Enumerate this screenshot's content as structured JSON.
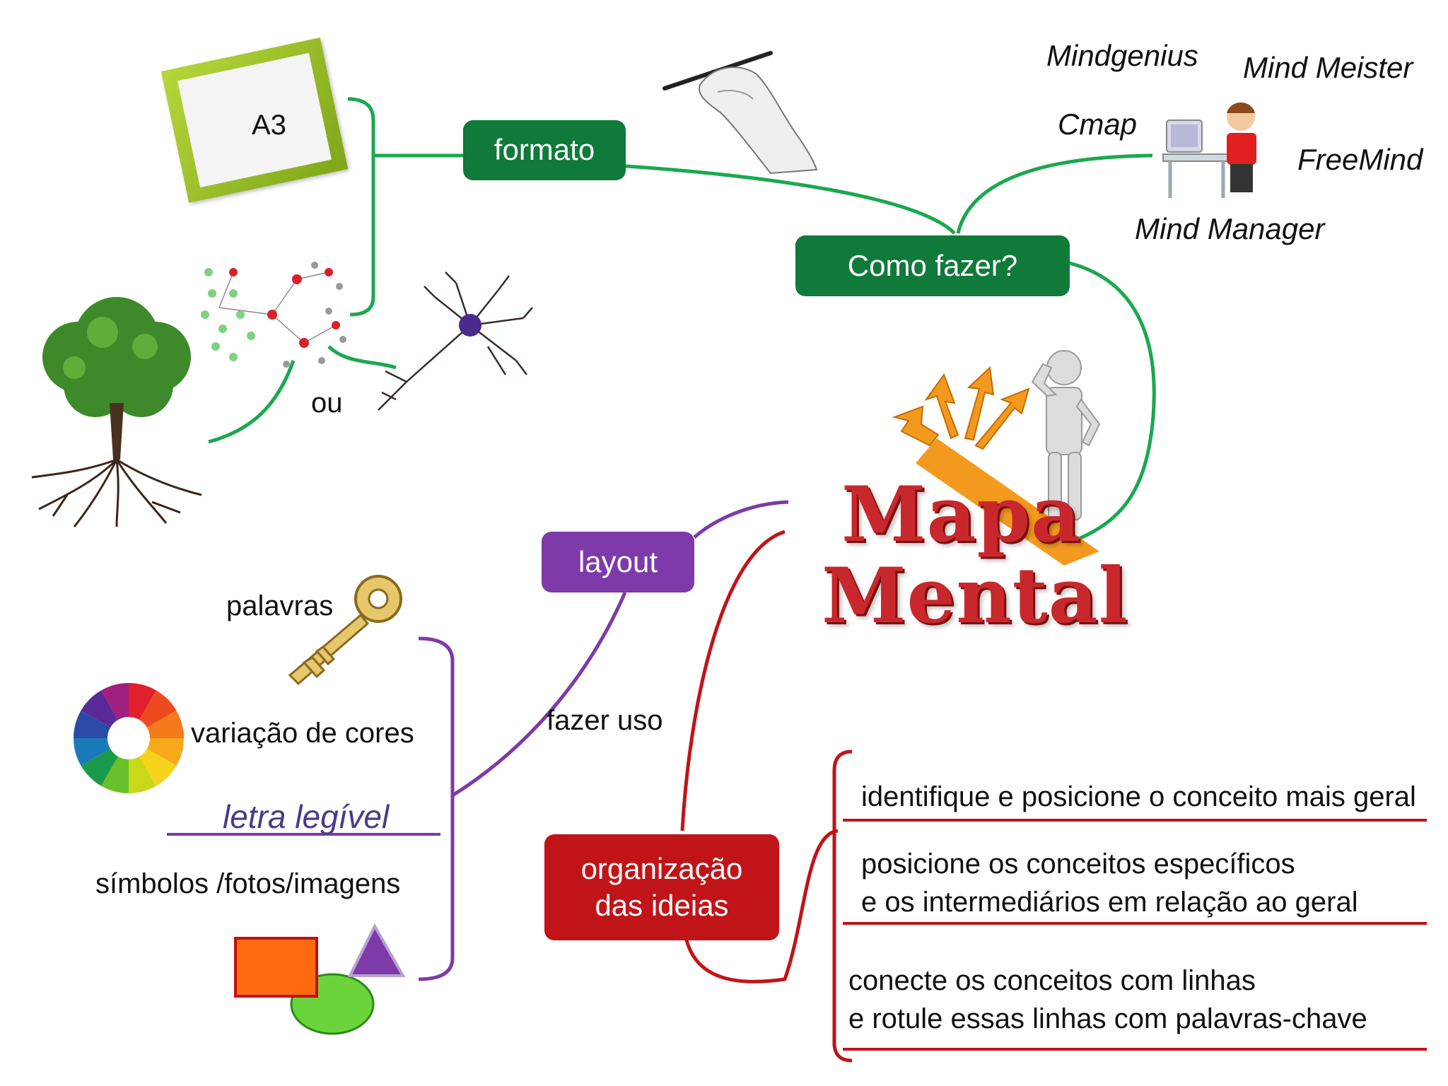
{
  "title": {
    "line1": "Mapa",
    "line2": "Mental"
  },
  "branches": {
    "formato": "formato",
    "como_fazer": "Como fazer?",
    "layout": "layout",
    "organizacao_line1": "organização",
    "organizacao_line2": "das ideias"
  },
  "formato_items": {
    "paper": "A3",
    "or_label": "ou"
  },
  "tools": [
    "Mindgenius",
    "Mind Meister",
    "Cmap",
    "FreeMind",
    "Mind Manager"
  ],
  "layout_items": {
    "palavras": "palavras",
    "cores": "variação de cores",
    "letra": "letra legível",
    "simbolos": "símbolos /fotos/imagens",
    "link_label": "fazer uso"
  },
  "organizacao_items": [
    {
      "line1": "identifique e posicione o conceito mais geral",
      "line2": ""
    },
    {
      "line1": "posicione os conceitos específicos",
      "line2": "e os intermediários em relação ao geral"
    },
    {
      "line1": "conecte os conceitos com linhas",
      "line2": "e rotule essas linhas com palavras-chave"
    }
  ],
  "colors": {
    "green_node": "#0f7a3a",
    "green_line": "#1aa84e",
    "purple_node": "#7d3aa8",
    "purple_line": "#7d3aa8",
    "red_node": "#c01418",
    "red_line": "#c01418",
    "title_red": "#c8282c",
    "arrow_orange": "#f39a1e"
  }
}
